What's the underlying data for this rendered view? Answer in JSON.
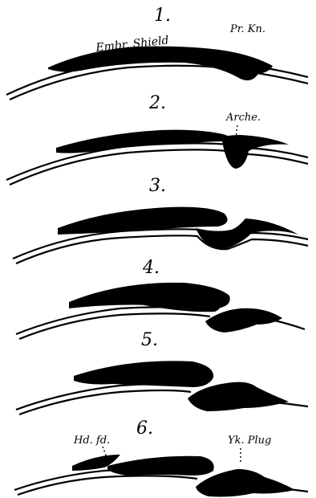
{
  "stages": [
    {
      "number": "1.",
      "labels": [
        "Embr. Shield",
        "Pr. Kn."
      ]
    },
    {
      "number": "2.",
      "labels": [
        "Arche."
      ]
    },
    {
      "number": "3.",
      "labels": []
    },
    {
      "number": "4.",
      "labels": []
    },
    {
      "number": "5.",
      "labels": []
    },
    {
      "number": "6.",
      "labels": [
        "Hd. fd.",
        "Yk. Plug"
      ]
    }
  ]
}
